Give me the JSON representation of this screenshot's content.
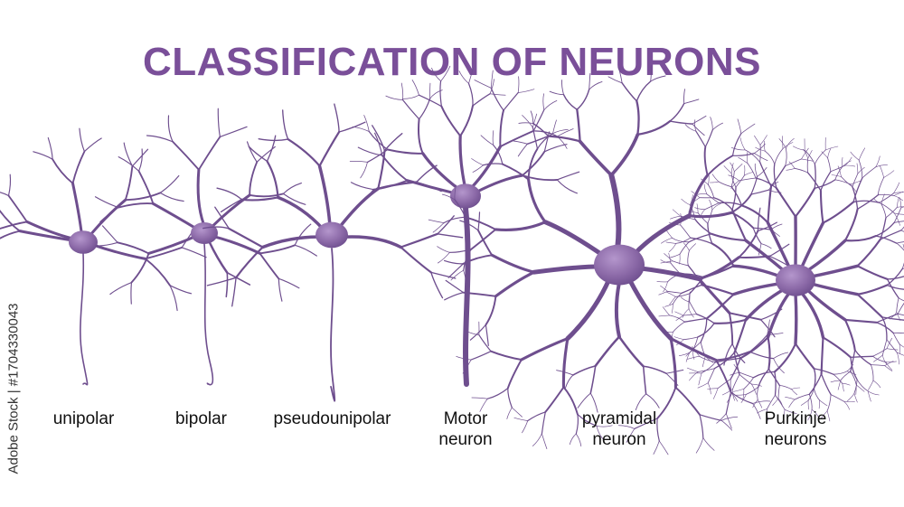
{
  "title": "CLASSIFICATION OF NEURONS",
  "neurons": [
    {
      "line1": "unipolar",
      "line2": ""
    },
    {
      "line1": "bipolar",
      "line2": ""
    },
    {
      "line1": "pseudounipolar",
      "line2": ""
    },
    {
      "line1": "Motor",
      "line2": "neuron"
    },
    {
      "line1": "pyramidal",
      "line2": "neuron"
    },
    {
      "line1": "Purkinje",
      "line2": "neurons"
    }
  ],
  "watermark": "Adobe Stock | #1704330043",
  "colors": {
    "title": "#7a4f99",
    "neuron_body": "#8c6aa8",
    "neuron_stroke": "#6e4e8e",
    "label": "#111111"
  }
}
